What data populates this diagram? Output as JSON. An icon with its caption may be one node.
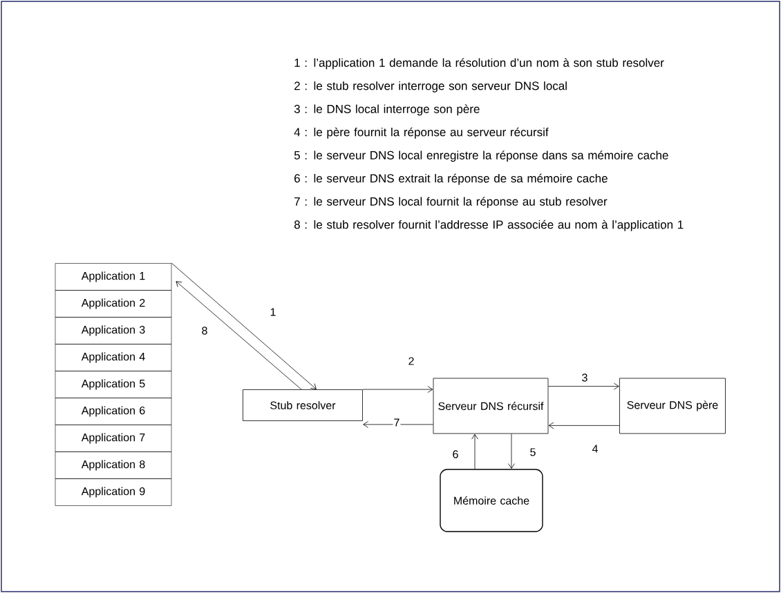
{
  "diagram": {
    "nodes": [
      {
        "text": [
          "Application 1"
        ]
      },
      {
        "text": [
          "Application 2"
        ]
      },
      {
        "text": [
          "Application 3"
        ]
      },
      {
        "text": [
          "Application 4"
        ]
      },
      {
        "text": [
          "Application 5"
        ]
      },
      {
        "text": [
          "Application 6"
        ]
      },
      {
        "text": [
          "Application 7"
        ]
      },
      {
        "text": [
          "Application 8"
        ]
      },
      {
        "text": [
          "Application 9"
        ]
      },
      {
        "text": [
          "Stub resolver"
        ]
      },
      {
        "text": [
          "Serveur DNS récursif"
        ]
      },
      {
        "text": [
          "Serveur DNS père"
        ]
      },
      {
        "text": [
          "Mémoire cache"
        ]
      }
    ],
    "edges": [
      {
        "from": 0,
        "to": 9,
        "arrow": "to",
        "label": "1"
      },
      {
        "from": 9,
        "to": 0,
        "arrow": "to",
        "label": "8"
      },
      {
        "from": 9,
        "to": 10,
        "arrow": "to",
        "label": "2"
      },
      {
        "from": 10,
        "to": 9,
        "arrow": "to",
        "label": "7"
      },
      {
        "from": 10,
        "to": 11,
        "arrow": "to",
        "label": "3"
      },
      {
        "from": 11,
        "to": 10,
        "arrow": "to",
        "label": "4"
      },
      {
        "from": 10,
        "to": 12,
        "arrow": "to",
        "label": "5"
      },
      {
        "from": 12,
        "to": 10,
        "arrow": "to",
        "label": "6"
      }
    ],
    "labels": [
      "1 : l’application 1 demande la résolution d’un nom à son stub resolver",
      "2 : le stub resolver  interroge son serveur DNS local",
      "3 : le DNS local interroge son père",
      "4 : le père fournit la réponse au serveur récursif",
      "5 : le serveur DNS local enregistre la réponse dans sa mémoire cache",
      "6 : le serveur DNS extrait la réponse de sa mémoire cache",
      "7 : le serveur DNS local fournit la réponse au stub resolver",
      "8    : le stub resolver fournit l’addresse  IP associée au nom à l’application 1"
    ]
  }
}
